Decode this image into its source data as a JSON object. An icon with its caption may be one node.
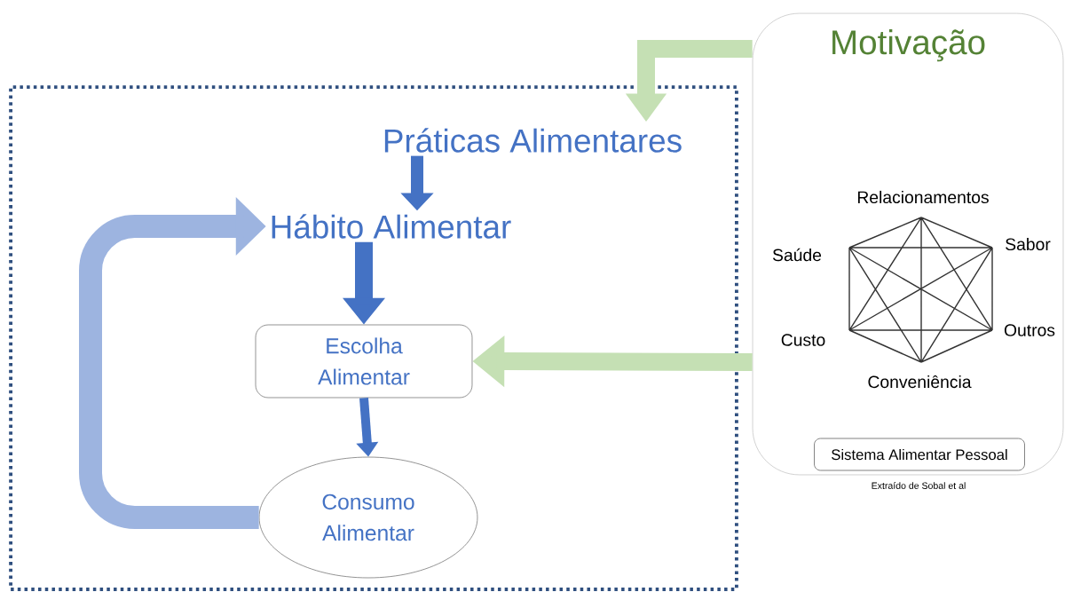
{
  "diagram": {
    "nodes": [
      {
        "text": [],
        "shape": "box"
      },
      {
        "text": [
          "Práticas Alimentares"
        ],
        "in": 0
      },
      {
        "text": [
          "Hábito Alimentar"
        ],
        "in": 0
      },
      {
        "text": [
          "Escolha Alimentar"
        ],
        "in": 0
      },
      {
        "text": [
          "Consumo Alimentar"
        ],
        "in": 0
      },
      {
        "text": [
          "Motivação"
        ]
      },
      {
        "text": [
          "Sistema Alimentar Pessoal"
        ],
        "in": 5
      }
    ],
    "edges": [
      {
        "from": 5,
        "to": 1,
        "arrow": "to",
        "color": "#c5e0b4"
      },
      {
        "from": 1,
        "to": 2,
        "arrow": "to"
      },
      {
        "from": 2,
        "to": 3,
        "arrow": "to"
      },
      {
        "from": 3,
        "to": 4,
        "arrow": "to"
      },
      {
        "from": 4,
        "to": 2,
        "arrow": "to",
        "color": "#9db4e0"
      },
      {
        "from": 5,
        "to": 3,
        "arrow": "to",
        "color": "#c5e0b4"
      }
    ],
    "labels": [
      "Relacionamentos",
      "Saúde",
      "Sabor",
      "Custo",
      "Outros",
      "Conveniência",
      "Extraído de Sobal et al"
    ]
  }
}
